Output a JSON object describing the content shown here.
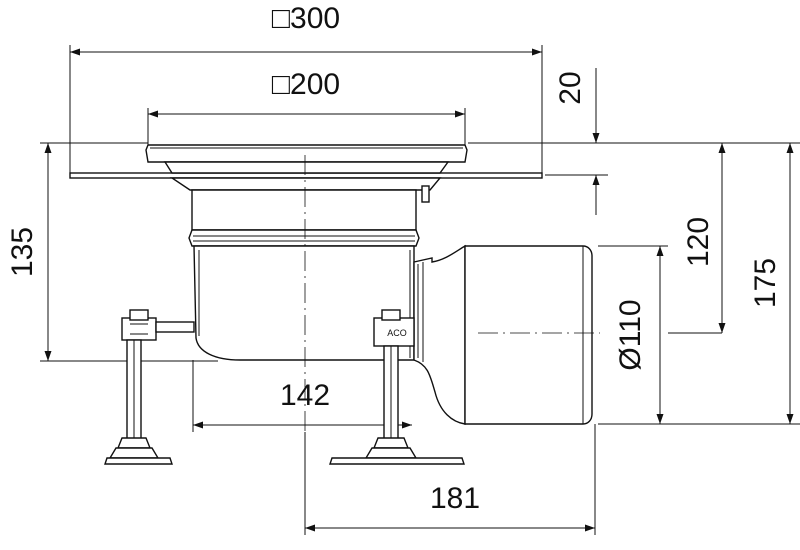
{
  "dimensions": {
    "top_width": "□300",
    "grate_width": "□200",
    "frame_height": "20",
    "total_height_left": "135",
    "outlet_axis_height": "120",
    "total_height_right": "175",
    "outlet_diameter": "Ø110",
    "base_width": "142",
    "outlet_length": "181"
  },
  "labels": {
    "brand_mark": "ACO"
  }
}
